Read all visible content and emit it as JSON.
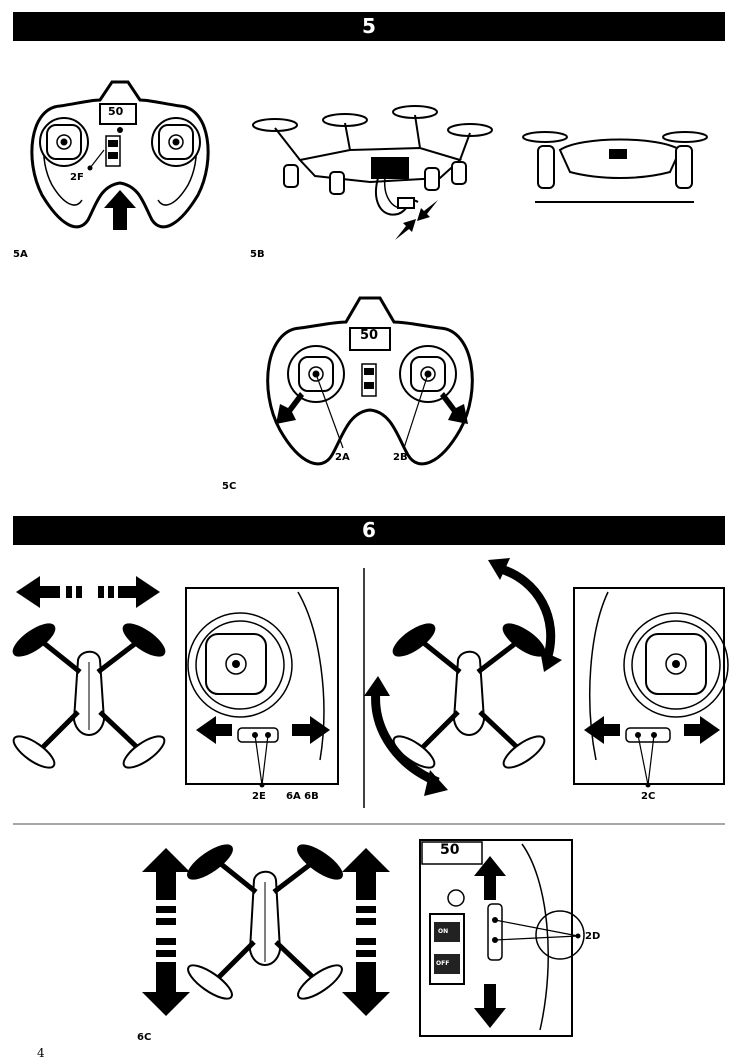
{
  "sections": {
    "s5": "5",
    "s6": "6"
  },
  "figure_labels": {
    "f5a": "5A",
    "f5b": "5B",
    "f5c": "5C",
    "f6c": "6C"
  },
  "callouts": {
    "c2f": "2F",
    "c2a": "2A",
    "c2b": "2B",
    "c2e": "2E",
    "c6a6b": "6A 6B",
    "c2c": "2C",
    "c2d": "2D"
  },
  "display": {
    "lcd_1": "50",
    "lcd_2": "50",
    "lcd_3": "50"
  },
  "switch": {
    "on": "ON",
    "off": "OFF"
  },
  "page_number": "4"
}
